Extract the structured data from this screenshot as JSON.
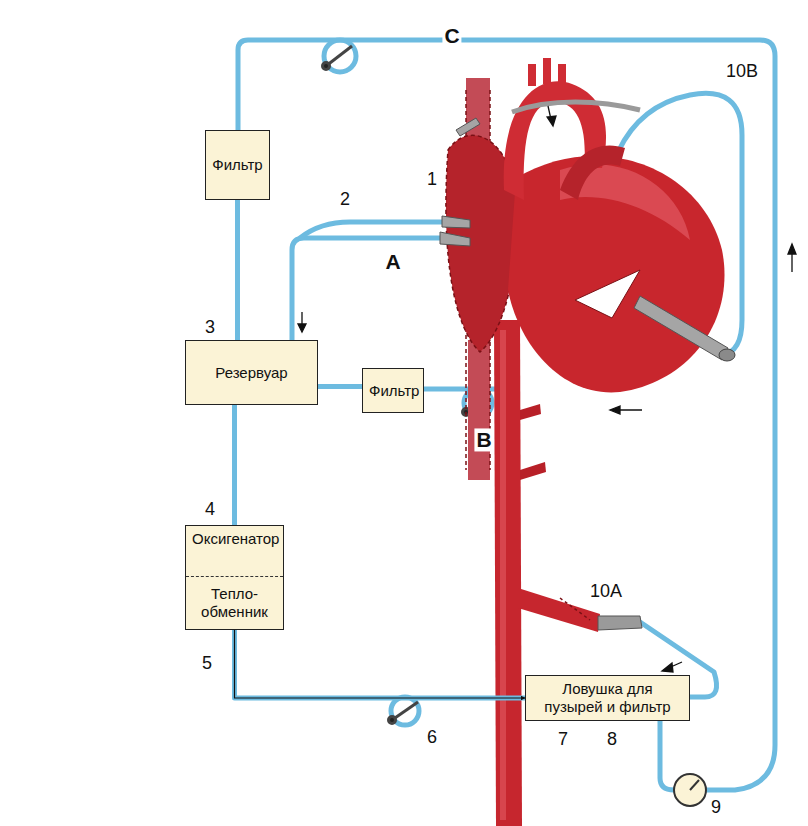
{
  "diagram": {
    "nodes": [
      {
        "text": [
          "Фильтр"
        ]
      },
      {
        "text": [
          "Резервуар"
        ]
      },
      {
        "text": [
          "Фильтр"
        ]
      },
      {
        "text": [
          "Оксигенатор",
          "Тепло- обменник"
        ]
      },
      {
        "text": [
          "Ловушка для пузырей и фильтр"
        ]
      }
    ],
    "edges": [
      {
        "from": 0,
        "to": 1,
        "arrow": "none"
      },
      {
        "from": 2,
        "to": 1,
        "arrow": "none"
      },
      {
        "from": 1,
        "to": 3,
        "arrow": "none"
      },
      {
        "from": 3,
        "to": 4,
        "arrow": "to"
      }
    ],
    "labels": [
      "C",
      "10B",
      "1",
      "2",
      "A",
      "3",
      "B",
      "4",
      "5",
      "6",
      "10A",
      "7",
      "8",
      "9"
    ]
  }
}
